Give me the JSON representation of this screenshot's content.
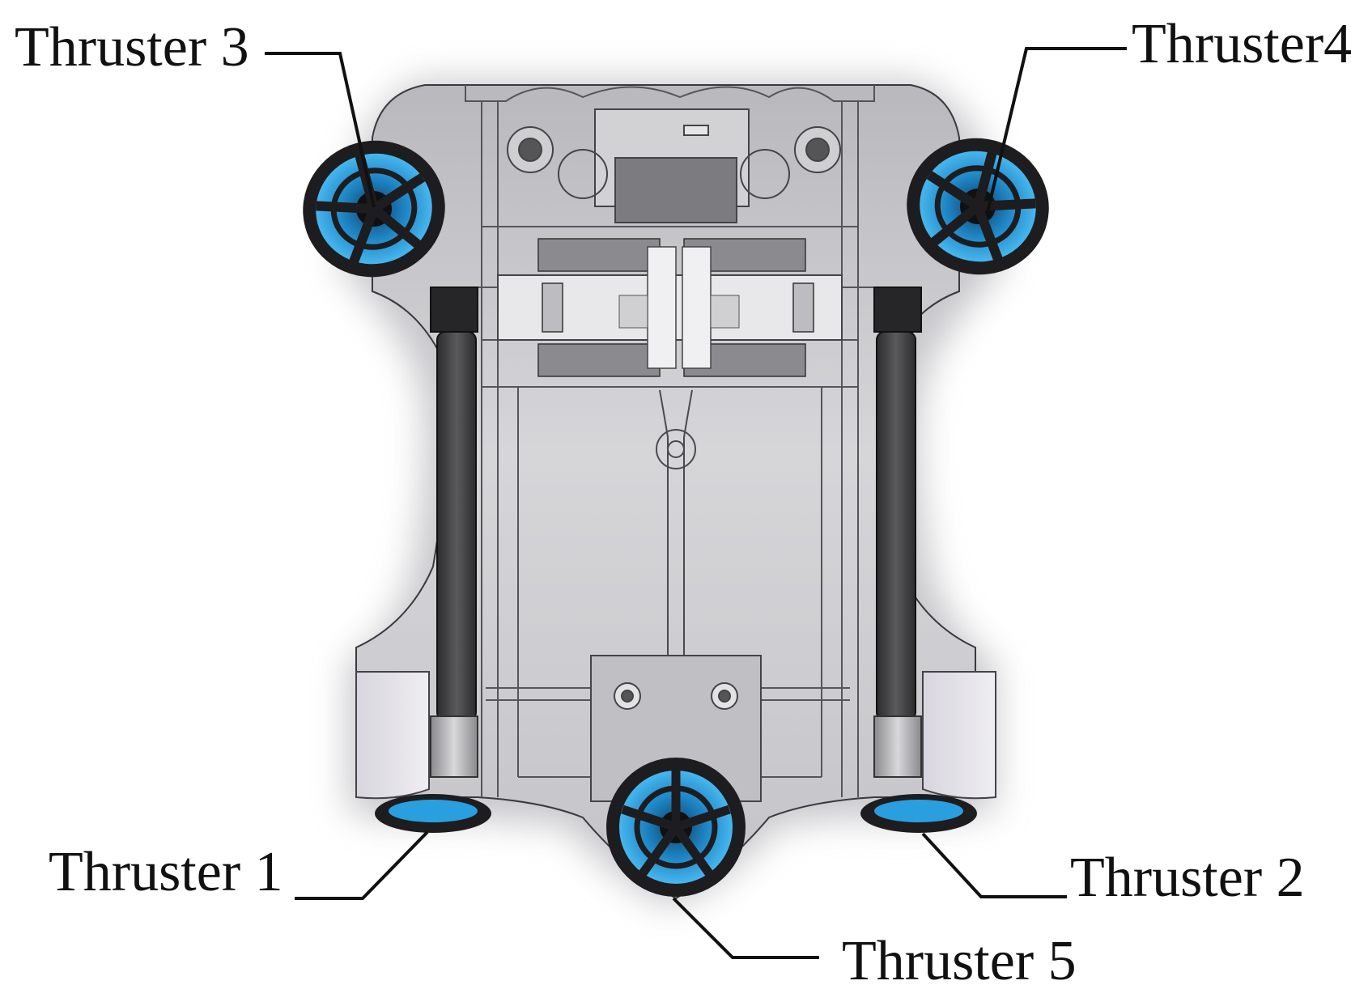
{
  "labels": {
    "thruster_3": "Thruster 3",
    "thruster_4": "Thruster4",
    "thruster_1": "Thruster 1",
    "thruster_2": "Thruster 2",
    "thruster_5": "Thruster 5"
  },
  "colors": {
    "thruster_blue": "#2a9fe0",
    "frame_gray": "#c9c9cc",
    "battery_dark": "#3d3d3f",
    "leader_line": "#111111"
  }
}
